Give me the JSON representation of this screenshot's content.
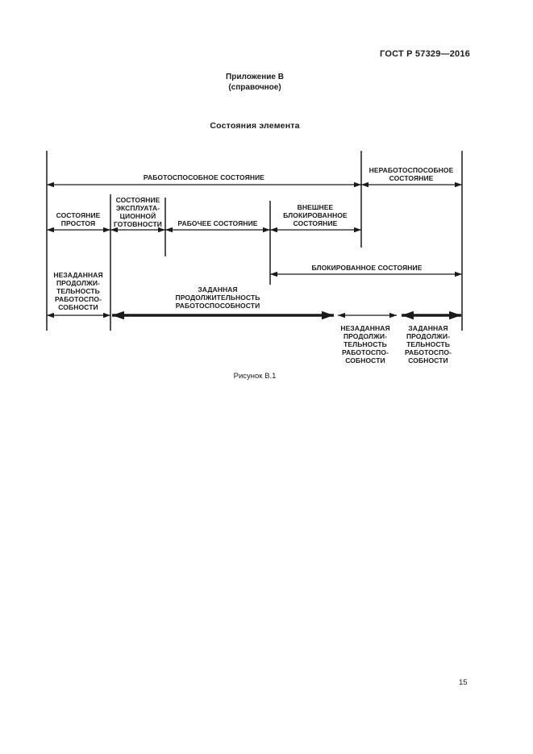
{
  "page": {
    "header_right": "ГОСТ Р 57329—2016",
    "page_number": "15"
  },
  "appendix": {
    "title": "Приложение В",
    "subtitle": "(справочное)"
  },
  "section_title": "Состояния элемента",
  "figure": {
    "caption": "Рисунок В.1",
    "labels": {
      "operable": "РАБОТОСПОСОБНОЕ СОСТОЯНИЕ",
      "inoperable": "НЕРАБОТОСПОСОБНОЕ\nСОСТОЯНИЕ",
      "idle": "СОСТОЯНИЕ\nПРОСТОЯ",
      "readiness": "СОСТОЯНИЕ\nЭКСПЛУАТА-\nЦИОННОЙ\nГОТОВНОСТИ",
      "working": "РАБОЧЕЕ СОСТОЯНИЕ",
      "ext_blocked": "ВНЕШНЕЕ\nБЛОКИРОВАННОЕ\nСОСТОЯНИЕ",
      "blocked": "БЛОКИРОВАННОЕ СОСТОЯНИЕ",
      "unspec_left": "НЕЗАДАННАЯ\nПРОДОЛЖИ-\nТЕЛЬНОСТЬ\nРАБОТОСПО-\nСОБНОСТИ",
      "spec_mid": "ЗАДАННАЯ\nПРОДОЛЖИТЕЛЬНОСТЬ\nРАБОТОСПОСОБНОСТИ",
      "unspec_right": "НЕЗАДАННАЯ\nПРОДОЛЖИ-\nТЕЛЬНОСТЬ\nРАБОТОСПО-\nСОБНОСТИ",
      "spec_right": "ЗАДАННАЯ\nПРОДОЛЖИ-\nТЕЛЬНОСТЬ\nРАБОТОСПО-\nСОБНОСТИ"
    },
    "ink_color": "#1a1a1a"
  }
}
